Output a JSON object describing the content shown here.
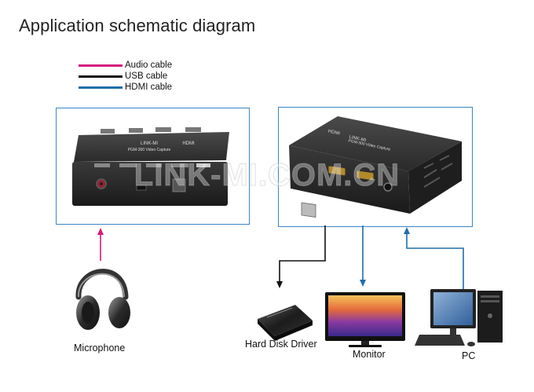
{
  "title": "Application schematic diagram",
  "legend": [
    {
      "label": "Audio cable",
      "color": "#d6197d"
    },
    {
      "label": "USB cable",
      "color": "#111111"
    },
    {
      "label": "HDMI cable",
      "color": "#1f6ea8"
    }
  ],
  "watermark": "LINK-MI.COM.CN",
  "devices": {
    "left_device_text": {
      "brand": "LINK-MI",
      "model": "PGM-300 Video Capture",
      "hdmi": "HDMI"
    },
    "right_device_text": {
      "brand": "LINK-MI",
      "model": "PGM-300 Video Capture",
      "hdmi": "HDMI"
    }
  },
  "labels": {
    "microphone": "Microphone",
    "hard_disk": "Hard Disk Driver",
    "monitor": "Monitor",
    "pc": "PC"
  },
  "colors": {
    "panel_border": "#3a86c8",
    "audio": "#d6197d",
    "usb": "#111111",
    "hdmi": "#1f6ea8"
  }
}
